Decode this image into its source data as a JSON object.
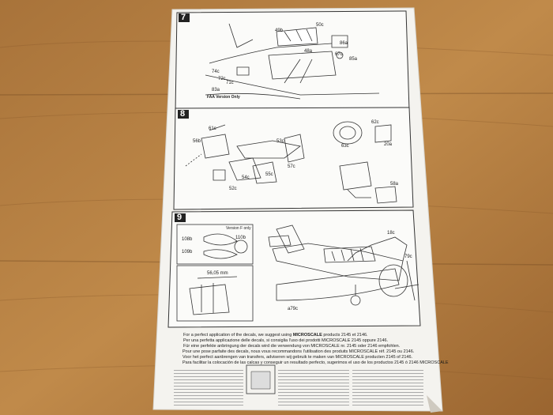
{
  "steps": [
    {
      "number": "7",
      "note": "FAA Version Only",
      "labels": [
        "50c",
        "49b",
        "48a",
        "67c",
        "86a",
        "85a",
        "74c",
        "72c",
        "71c",
        "83a"
      ]
    },
    {
      "number": "8",
      "labels": [
        "61c",
        "56b",
        "53c",
        "55c",
        "57c",
        "54c",
        "52c",
        "63c",
        "62c",
        "20a",
        "58a"
      ]
    },
    {
      "number": "9",
      "note": "Version F only",
      "labels": [
        "108b",
        "109b",
        "110b",
        "56,05 mm",
        "18c",
        "79c",
        "a79c"
      ]
    }
  ],
  "footer": {
    "line1": "For a perfect application of the decals, we suggest using ",
    "brand": "MICROSCALE",
    "line1_tail": " products 2145 et 2146.",
    "lines": [
      "Per una perfetta applicazione delle decals, si consiglia l'uso dei prodotti MICROSCALE 2145 oppure 2146.",
      "Für eine perfekte anbringung der decals wird die verwendung von MICROSCALE nr. 2145 oder 2146 empfohlen.",
      "Pour une pose parfaite des decals, nous vous recommandons l'utilisation des produits MICROSCALE réf. 2145 ou 2146.",
      "Voor het perfect aanbrengen van transfers, adviseren wij gebruik te maken van MICROSCALE producten 2145 of 2146.",
      "Para facilitar la colocación de las calcas y conseguir un resultado perfecto, sugerimos el uso de los productos 2145 ó 2146 MICROSCALE"
    ]
  }
}
